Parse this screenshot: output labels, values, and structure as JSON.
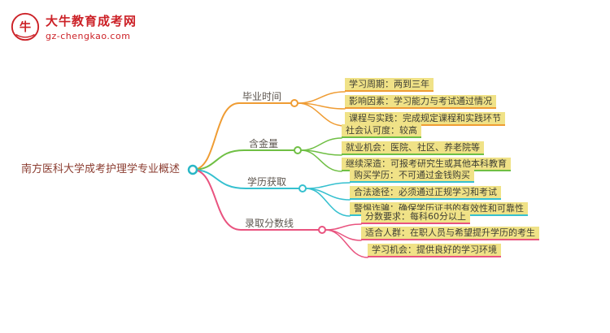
{
  "site": {
    "logo_glyph": "牛",
    "name": "大牛教育成考网",
    "domain": "gz-chengkao.com"
  },
  "colors": {
    "brand_red": "#cc2127",
    "root_text": "#8b3c30",
    "root_circle": "#29b7c6",
    "highlight_bg": "#f0e287",
    "branch_graduation_time": "#ef9c33",
    "branch_value": "#6fbf44",
    "branch_degree": "#35c0cf",
    "branch_score": "#e9537f"
  },
  "mindmap": {
    "root": "南方医科大学成考护理学专业概述",
    "branches": [
      {
        "label": "毕业时间",
        "color": "#ef9c33",
        "children": [
          "学习周期：两到三年",
          "影响因素：学习能力与考试通过情况",
          "课程与实践：完成规定课程和实践环节"
        ]
      },
      {
        "label": "含金量",
        "color": "#6fbf44",
        "children": [
          "社会认可度：较高",
          "就业机会：医院、社区、养老院等",
          "继续深造：可报考研究生或其他本科教育"
        ]
      },
      {
        "label": "学历获取",
        "color": "#35c0cf",
        "children": [
          "购买学历：不可通过金钱购买",
          "合法途径：必须通过正规学习和考试",
          "警惕诈骗：确保学历证书的有效性和可靠性"
        ]
      },
      {
        "label": "录取分数线",
        "color": "#e9537f",
        "children": [
          "分数要求：每科60分以上",
          "适合人群：在职人员与希望提升学历的考生",
          "学习机会：提供良好的学习环境"
        ]
      }
    ]
  }
}
